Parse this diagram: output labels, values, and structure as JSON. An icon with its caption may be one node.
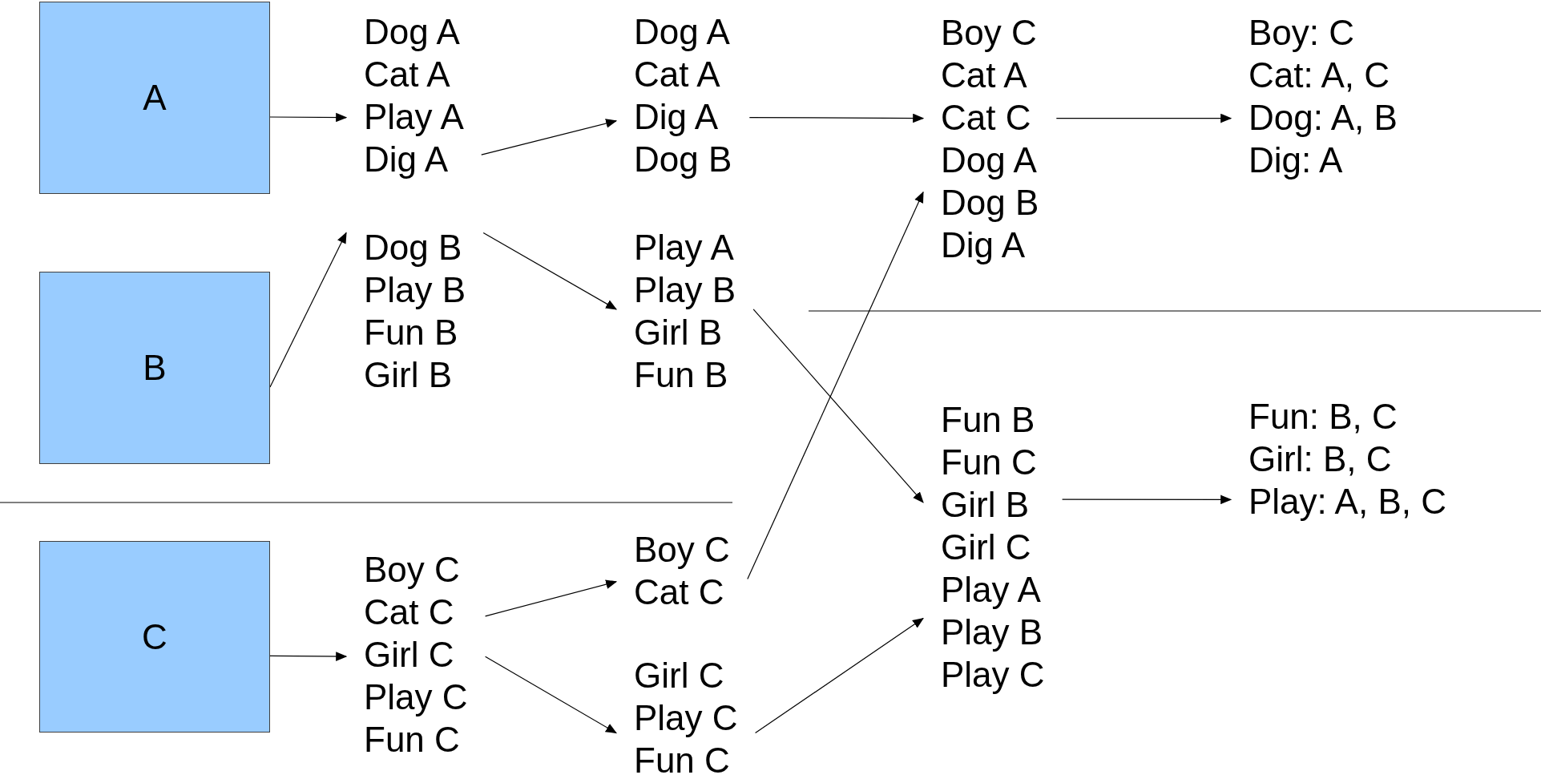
{
  "diagram": {
    "nodes": [
      {
        "text": [
          "A"
        ]
      },
      {
        "text": [
          "B"
        ]
      },
      {
        "text": [
          "C"
        ]
      },
      {
        "text": [
          "Dog A",
          "Cat A",
          "Play A",
          "Dig A"
        ]
      },
      {
        "text": [
          "Dog B",
          "Play B",
          "Fun B",
          "Girl B"
        ]
      },
      {
        "text": [
          "Boy C",
          "Cat C",
          "Girl C",
          "Play C",
          "Fun C"
        ]
      },
      {
        "text": [
          "Dog A",
          "Cat A",
          "Dig A",
          "Dog B"
        ]
      },
      {
        "text": [
          "Play A",
          "Play B",
          "Girl B",
          "Fun B"
        ]
      },
      {
        "text": [
          "Boy C",
          "Cat C"
        ]
      },
      {
        "text": [
          "Girl C",
          "Play C",
          "Fun C"
        ]
      },
      {
        "text": [
          "Boy C",
          "Cat A",
          "Cat C",
          "Dog A",
          "Dog B",
          "Dig A"
        ]
      },
      {
        "text": [
          "Fun B",
          "Fun C",
          "Girl B",
          "Girl C",
          "Play A",
          "Play B",
          "Play C"
        ]
      },
      {
        "text": [
          "Boy: C",
          "Cat: A, C",
          "Dog: A, B",
          "Dig: A"
        ]
      },
      {
        "text": [
          "Fun: B, C",
          "Girl: B, C",
          "Play: A, B, C"
        ]
      }
    ],
    "edges": [
      {
        "from": 0,
        "to": 3,
        "arrow": "to"
      },
      {
        "from": 1,
        "to": 4,
        "arrow": "to"
      },
      {
        "from": 2,
        "to": 5,
        "arrow": "to"
      },
      {
        "from": 3,
        "to": 6,
        "arrow": "to"
      },
      {
        "from": 4,
        "to": 7,
        "arrow": "to"
      },
      {
        "from": 5,
        "to": 8,
        "arrow": "to"
      },
      {
        "from": 5,
        "to": 9,
        "arrow": "to"
      },
      {
        "from": 6,
        "to": 10,
        "arrow": "to"
      },
      {
        "from": 7,
        "to": 11,
        "arrow": "to"
      },
      {
        "from": 8,
        "to": 10,
        "arrow": "to"
      },
      {
        "from": 9,
        "to": 11,
        "arrow": "to"
      },
      {
        "from": 10,
        "to": 12,
        "arrow": "to"
      },
      {
        "from": 11,
        "to": 13,
        "arrow": "to"
      }
    ]
  }
}
